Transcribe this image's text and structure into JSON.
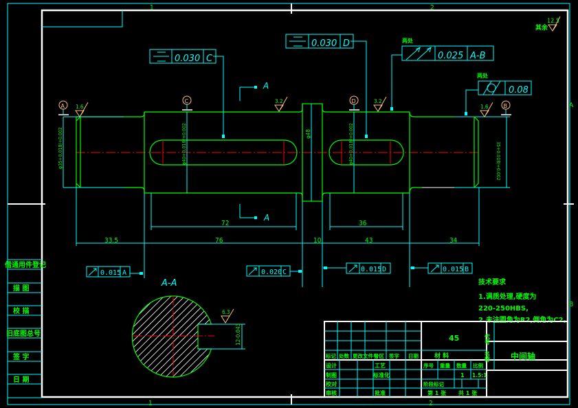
{
  "drawing": {
    "zone_markers": {
      "top_1": "1",
      "top_2": "2",
      "right_A": "A",
      "right_B": "B",
      "bottom_1": "1",
      "bottom_2": "2"
    },
    "datums": [
      "A",
      "C",
      "D",
      "B"
    ],
    "surface_finish": {
      "general": "12.5",
      "general_note": "其余",
      "left_journal": "1.6",
      "left_shoulder": "3.2",
      "right_shoulder": "3.2",
      "right_journal": "1.6",
      "keyway": "6.3"
    },
    "section_markers": {
      "top": "A",
      "bottom": "A",
      "section_title": "A-A"
    },
    "feature_control_frames": {
      "symmetry_c": {
        "value": "0.030",
        "datum": "C"
      },
      "symmetry_d": {
        "value": "0.030",
        "datum": "D"
      },
      "runout_ab": {
        "note": "两处",
        "value": "0.025",
        "datum": "A-B"
      },
      "cylindricity": {
        "note": "两处",
        "value": "0.08"
      },
      "runout_a": {
        "value": "0.015",
        "datum": "A"
      },
      "runout_c": {
        "value": "0.020",
        "datum": "C"
      },
      "runout_d": {
        "value": "0.015",
        "datum": "D"
      },
      "runout_b": {
        "value": "0.015",
        "datum": "B"
      }
    },
    "diameters": {
      "left_journal": "φ35+0.018/+0.002",
      "left_key_section": "φ40+0.018/+0.002",
      "collar": "φ48",
      "right_key_section": "φ40+0.018/+0.002",
      "right_journal": "35+0.018/+0.002",
      "keyway_depth": "12-0.043"
    },
    "lengths": {
      "seg1": "33.5",
      "seg2": "76",
      "seg3": "10",
      "seg4": "43",
      "seg5": "34",
      "keyway_left": "72",
      "keyway_right": "36"
    },
    "tech_requirements": {
      "title": "技术要求",
      "line1": "1.调质处理,硬度为",
      "line2": "220-250HBS,",
      "line3": "2.未注圆角为R2,倒角为C2。"
    }
  },
  "left_strip": {
    "rows": [
      "借通用件登记",
      "描  图",
      "校  描",
      "旧底图总号",
      "签  字",
      "日  期"
    ]
  },
  "title_block": {
    "material": "45",
    "part_name": "中间轴",
    "revision_header": [
      "标记",
      "处数",
      "更改文件号",
      "分区",
      "签字",
      "日期"
    ],
    "material_label": "材    料",
    "code_label": "代号",
    "name_label": "名称",
    "sign_rows": [
      {
        "left": "设计",
        "mid": "工艺"
      },
      {
        "left": "制图",
        "mid": "标准化"
      },
      {
        "left": "校对",
        "mid": ""
      },
      {
        "left": "审核",
        "mid": "批准"
      }
    ],
    "props_header": [
      "序号",
      "重量",
      "数量",
      "比例"
    ],
    "quantity": "1",
    "scale": "1.5:1",
    "stage_label": "阶段标记",
    "sheet": "第 1 张",
    "sheets_total": "共 1 张"
  }
}
